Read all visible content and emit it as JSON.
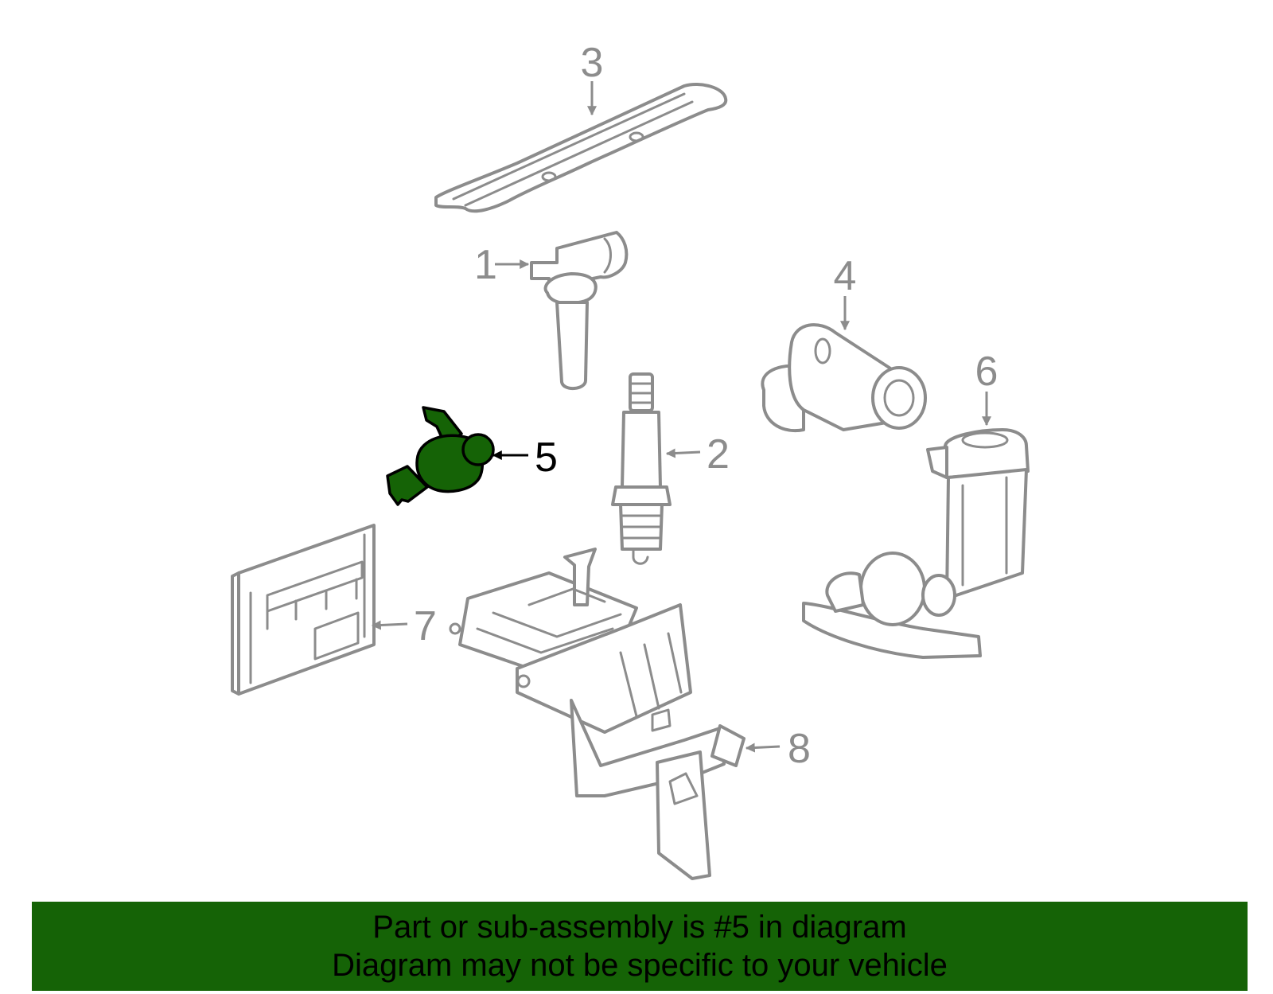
{
  "callouts": [
    {
      "id": "1",
      "label": "1"
    },
    {
      "id": "2",
      "label": "2"
    },
    {
      "id": "3",
      "label": "3"
    },
    {
      "id": "4",
      "label": "4"
    },
    {
      "id": "5",
      "label": "5"
    },
    {
      "id": "6",
      "label": "6"
    },
    {
      "id": "7",
      "label": "7"
    },
    {
      "id": "8",
      "label": "8"
    }
  ],
  "highlighted_part": "5",
  "colors": {
    "highlight_fill": "#156306",
    "line_gray": "#8c8c8c",
    "banner_background": "#156306",
    "banner_text": "#000000",
    "active_label": "#000000"
  },
  "banner": {
    "line1": "Part or sub-assembly is #5 in diagram",
    "line2": "Diagram may not be specific to your vehicle"
  }
}
